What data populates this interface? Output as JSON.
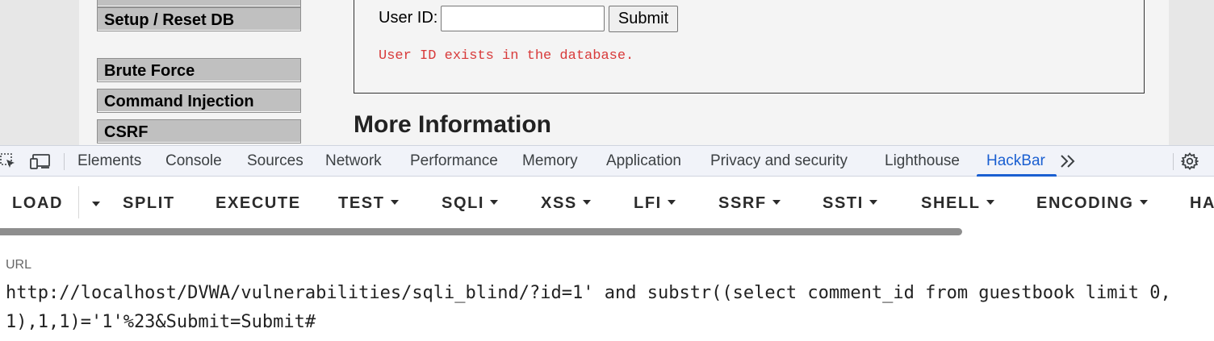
{
  "dvwa": {
    "menu": {
      "setup": "Setup / Reset DB",
      "items": [
        "Brute Force",
        "Command Injection",
        "CSRF"
      ]
    },
    "form": {
      "userid_label": "User ID:",
      "userid_value": "",
      "submit_label": "Submit",
      "result_message": "User ID exists in the database."
    },
    "more_info_heading": "More Information"
  },
  "devtools": {
    "tabs": [
      "Elements",
      "Console",
      "Sources",
      "Network",
      "Performance",
      "Memory",
      "Application",
      "Privacy and security",
      "Lighthouse",
      "HackBar"
    ],
    "active_tab": "HackBar",
    "more_tabs_glyph": "»",
    "icons": [
      "inspect-element-icon",
      "device-toolbar-icon",
      "more-tabs-icon",
      "settings-gear-icon"
    ],
    "accent_color": "#1a5fd1"
  },
  "hackbar": {
    "toolbar": {
      "load": "LOAD",
      "split": "SPLIT",
      "execute": "EXECUTE",
      "test": "TEST",
      "sqli": "SQLI",
      "xss": "XSS",
      "lfi": "LFI",
      "ssrf": "SSRF",
      "ssti": "SSTI",
      "shell": "SHELL",
      "encoding": "ENCODING",
      "truncated": "HA"
    },
    "url_label": "URL",
    "url_value": "http://localhost/DVWA/vulnerabilities/sqli_blind/?id=1' and substr((select comment_id from guestbook limit 0,1),1,1)='1'%23&Submit=Submit#"
  }
}
